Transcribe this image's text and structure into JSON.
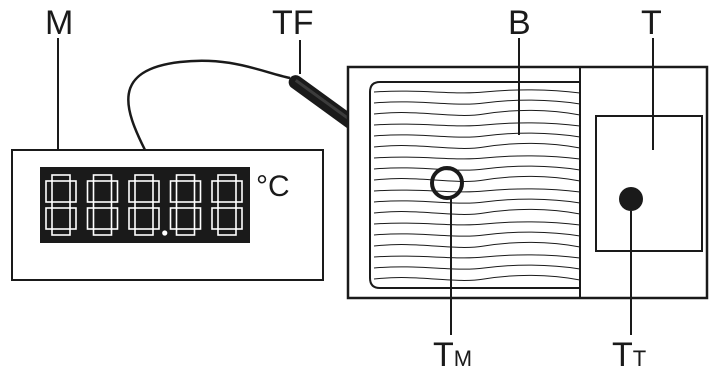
{
  "labels": {
    "meter": "M",
    "probe": "TF",
    "block": "B",
    "target": "T",
    "probe_point_main": "T",
    "probe_point_sub": "M",
    "target_point_main": "T",
    "target_point_sub": "T"
  },
  "display": {
    "unit": "°C",
    "digit_count": 5
  },
  "colors": {
    "ink": "#1a1a1a",
    "paper": "#ffffff"
  }
}
